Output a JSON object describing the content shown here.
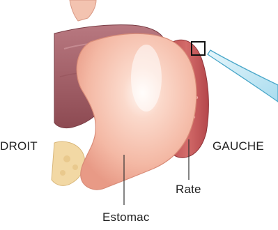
{
  "labels": {
    "left_side": "DROIT",
    "right_side": "GAUCHE",
    "spleen": "Rate",
    "stomach": "Estomac"
  },
  "colors": {
    "stomach": "#f4b9a5",
    "stomach_highlight": "#fdf3ee",
    "spleen": "#c85a5c",
    "spleen_dark": "#b4474b",
    "liver": "#a7646b",
    "liver_dark": "#8d4a52",
    "fat": "#f2d8a4",
    "needle": "#c8e9f4",
    "needle_edge": "#4aa7c9",
    "leader_line": "#333333"
  },
  "icons": {
    "target_marker": "square-outline"
  }
}
